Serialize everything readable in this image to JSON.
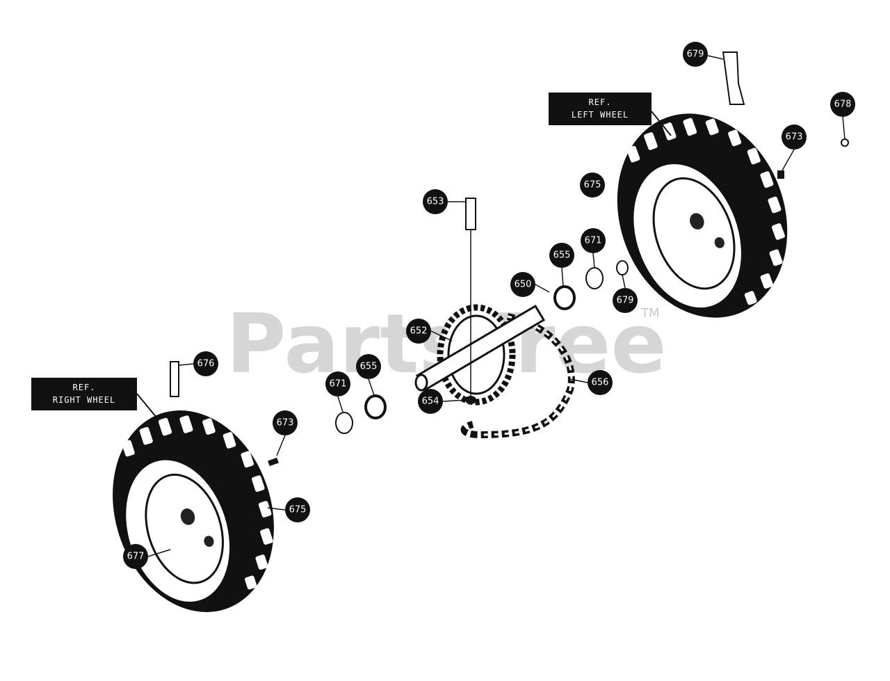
{
  "watermark": {
    "text": "PartsTree",
    "trademark": "TM"
  },
  "ref_labels": {
    "left_wheel": {
      "line1": "REF.",
      "line2": "LEFT WHEEL"
    },
    "right_wheel": {
      "line1": "REF.",
      "line2": "RIGHT WHEEL"
    }
  },
  "callouts": [
    {
      "id": "c679a",
      "label": "679"
    },
    {
      "id": "c678a",
      "label": "678"
    },
    {
      "id": "c673a",
      "label": "673"
    },
    {
      "id": "c675a",
      "label": "675"
    },
    {
      "id": "c653",
      "label": "653"
    },
    {
      "id": "c671a",
      "label": "671"
    },
    {
      "id": "c655a",
      "label": "655"
    },
    {
      "id": "c650",
      "label": "650"
    },
    {
      "id": "c679b",
      "label": "679"
    },
    {
      "id": "c652",
      "label": "652"
    },
    {
      "id": "c656",
      "label": "656"
    },
    {
      "id": "c654",
      "label": "654"
    },
    {
      "id": "c676",
      "label": "676"
    },
    {
      "id": "c655b",
      "label": "655"
    },
    {
      "id": "c671b",
      "label": "671"
    },
    {
      "id": "c673b",
      "label": "673"
    },
    {
      "id": "c675b",
      "label": "675"
    },
    {
      "id": "c677",
      "label": "677"
    }
  ]
}
